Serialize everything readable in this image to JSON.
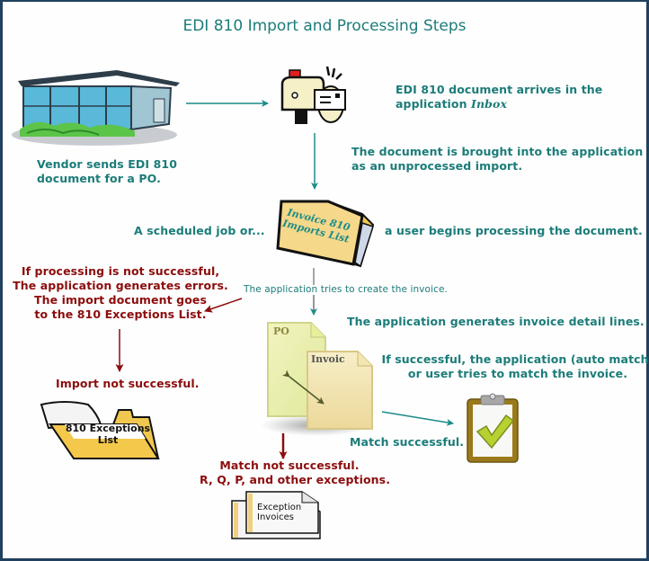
{
  "title": "EDI 810 Import and Processing Steps",
  "colors": {
    "teal": "#1b7c79",
    "red": "#8c0d0d",
    "frame": "#22405f"
  },
  "steps": {
    "vendor": [
      "Vendor sends EDI 810",
      "document for a PO."
    ],
    "inbox": {
      "line1": "EDI 810 document arrives in the",
      "line2_prefix": "application ",
      "line2_em": "Inbox"
    },
    "brought_in": [
      "The document is brought into the application",
      "as an unprocessed import."
    ],
    "scheduled_job": "A scheduled job or...",
    "user_begins": "a user begins processing the document.",
    "tries_create": "The application tries to create the invoice.",
    "generates_lines": "The application generates invoice detail lines.",
    "if_successful": [
      "If successful, the application (auto match)",
      "or user tries to match the invoice."
    ],
    "match_successful": "Match successful.",
    "processing_fail": [
      "If processing is not successful,",
      "The application generates errors.",
      "The import document goes",
      "to the 810 Exceptions List."
    ],
    "import_fail": "Import not successful.",
    "match_fail": [
      "Match not successful.",
      "R, Q, P, and other exceptions."
    ]
  },
  "icons": {
    "imports_folder_label": [
      "Invoice 810",
      "Imports List"
    ],
    "exceptions_folder_label": [
      "810 Exceptions",
      "List"
    ],
    "po_doc_label": "PO",
    "invoice_doc_label": "Invoic",
    "exception_invoices_label": [
      "Exception",
      "Invoices"
    ],
    "names": [
      "building-icon",
      "mailbox-icon",
      "folder-icon",
      "document-icon",
      "clipboard-check-icon"
    ]
  }
}
